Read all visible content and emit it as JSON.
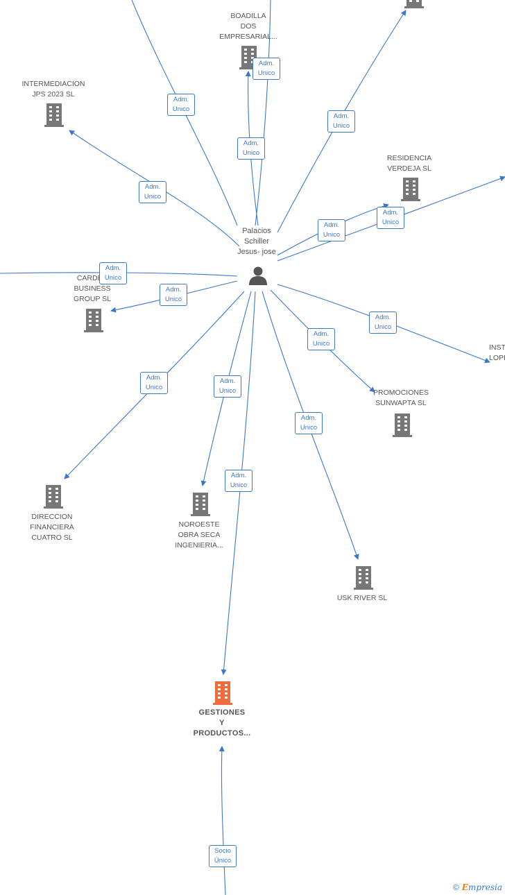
{
  "person": {
    "lines": [
      "Palacios",
      "Schiller",
      "Jesus- jose"
    ],
    "icon": "person-icon"
  },
  "focus_company": {
    "lines": [
      "GESTIONES",
      "Y",
      "PRODUCTOS..."
    ],
    "color": "#f26b3a"
  },
  "colors": {
    "edge": "#3a78c9",
    "building": "#777777",
    "focus": "#f26b3a"
  },
  "companies": [
    {
      "id": "boadilla",
      "lines": [
        "BOADILLA",
        "DOS",
        "EMPRESARIAL..."
      ]
    },
    {
      "id": "intermediacion",
      "lines": [
        "INTERMEDIACION",
        "JPS 2023  SL"
      ]
    },
    {
      "id": "residencia",
      "lines": [
        "RESIDENCIA",
        "VERDEJA SL"
      ]
    },
    {
      "id": "carden",
      "lines": [
        "CARDEN",
        "BUSINESS",
        "GROUP  SL"
      ]
    },
    {
      "id": "inst",
      "lines": [
        "INST",
        "LOPE"
      ]
    },
    {
      "id": "promociones",
      "lines": [
        "PROMOCIONES",
        "SUNWAPTA  SL"
      ]
    },
    {
      "id": "direccion",
      "lines": [
        "DIRECCION",
        "FINANCIERA",
        "CUATRO  SL"
      ]
    },
    {
      "id": "noroeste",
      "lines": [
        "NOROESTE",
        "OBRA SECA",
        "INGENIERIA..."
      ]
    },
    {
      "id": "uskriver",
      "lines": [
        "USK RIVER  SL"
      ]
    }
  ],
  "relation_labels": {
    "adm": [
      "Adm.",
      "Unico"
    ],
    "socio": [
      "Socio",
      "Único"
    ]
  },
  "footer": {
    "copyright": "©",
    "brand_first": "E",
    "brand_rest": "mpresia"
  }
}
